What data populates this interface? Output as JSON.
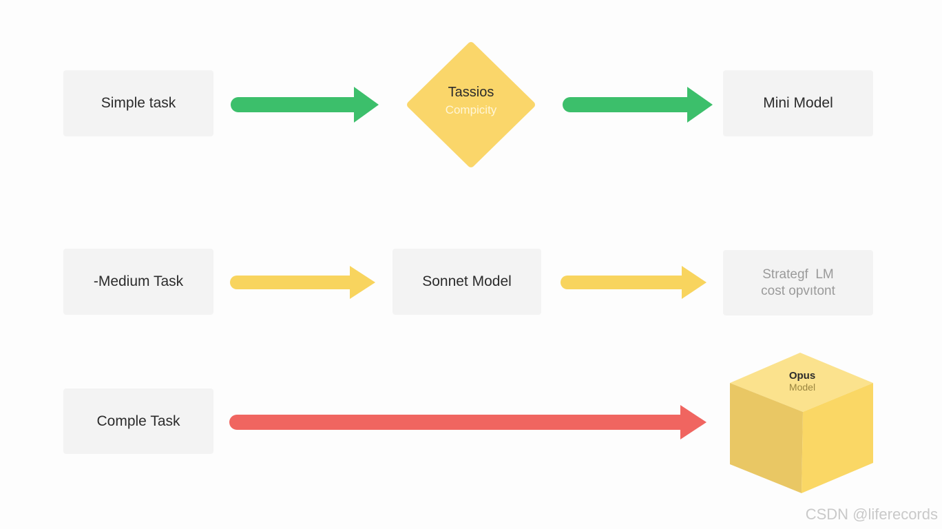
{
  "rows": [
    {
      "task_label": "Simple task",
      "arrow_color": "#3cbf6b",
      "router": {
        "title": "Tassios",
        "subtitle": "Compicity",
        "fill": "#fad66a"
      },
      "target_label": "Mini Model"
    },
    {
      "task_label": "-Medium Task",
      "arrow_color": "#f8d45e",
      "middle_label": "Sonnet Model",
      "target_lines": [
        "Strategf  LM",
        "cost opvıtont"
      ]
    },
    {
      "task_label": "Comple Task",
      "arrow_color": "#f06560",
      "target": {
        "title": "Opus",
        "subtitle": "Model",
        "fill": "#f9d76a"
      }
    }
  ],
  "watermark": "CSDN @liferecords"
}
